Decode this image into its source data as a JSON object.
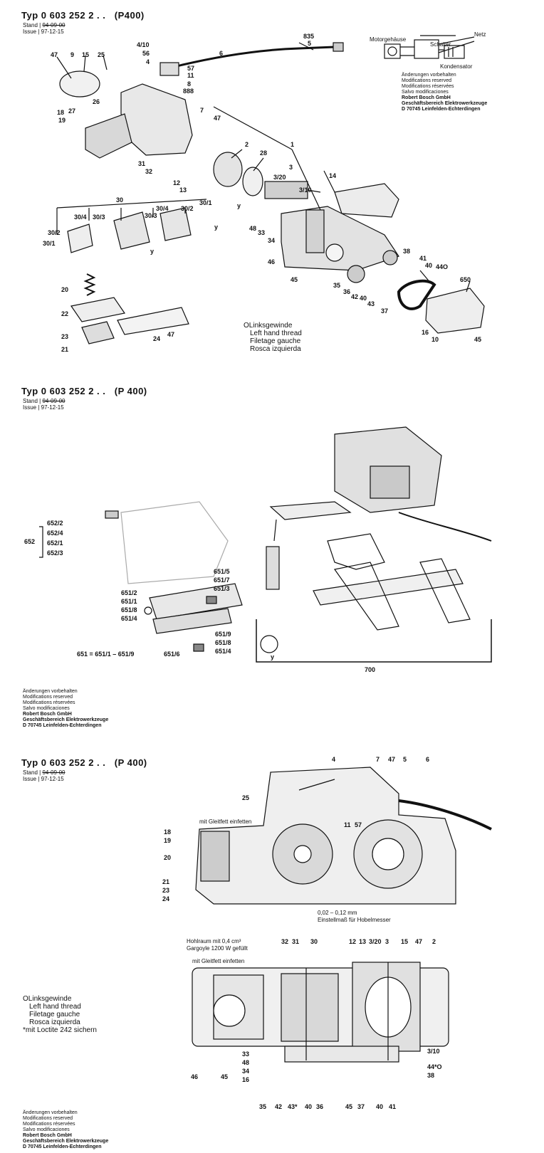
{
  "panels": [
    {
      "title": "Typ  0 603 252 2 . .",
      "model": "(P400)",
      "stand_label": "Stand",
      "stand_value": "94-09-00",
      "issue_label": "Issue",
      "issue_value": "97-12-15"
    },
    {
      "title": "Typ  0 603 252 2 . .",
      "model": "(P 400)",
      "stand_label": "Stand",
      "stand_value": "94-09-00",
      "issue_label": "Issue",
      "issue_value": "97-12-15"
    },
    {
      "title": "Typ  0 603 252 2 . .",
      "model": "(P 400)",
      "stand_label": "Stand",
      "stand_value": "94-09-00",
      "issue_label": "Issue",
      "issue_value": "97-12-15"
    }
  ],
  "wiring": {
    "motor_housing": "Motorgehäuse",
    "mains": "Netz",
    "switch": "Schalter",
    "capacitor": "Kondensator"
  },
  "changes_note": [
    "Änderungen vorbehalten",
    "Modifications reserved",
    "Modifications réservées",
    "Salvo modificaciones"
  ],
  "company": [
    "Robert Bosch GmbH",
    "Geschäftsbereich Elektrowerkzeuge",
    "D 70745 Leinfelden-Echterdingen"
  ],
  "thread_legend": {
    "symbol": "O",
    "lines": [
      "Linksgewinde",
      "Left hand thread",
      "Filetage gauche",
      "Rosca izquierda"
    ]
  },
  "loctite_note": "mit Loctite 242 sichern",
  "loctite_symbol": "*",
  "page1_labels": [
    "47",
    "9",
    "15",
    "25",
    "4/10",
    "56",
    "4",
    "835",
    "5",
    "6",
    "57",
    "11",
    "8",
    "888",
    "26",
    "18",
    "19",
    "27",
    "7",
    "47",
    "1",
    "2",
    "28",
    "31",
    "32",
    "12",
    "13",
    "3",
    "3/20",
    "3/10",
    "14",
    "30",
    "30/4",
    "30/3",
    "30/2",
    "30/1",
    "30/3",
    "30/4",
    "30/2",
    "30/1",
    "y",
    "y",
    "48",
    "33",
    "34",
    "46",
    "38",
    "41",
    "40",
    "44O",
    "650",
    "20",
    "35",
    "36",
    "42",
    "40",
    "43",
    "37",
    "22",
    "23",
    "21",
    "24",
    "47",
    "16",
    "10",
    "45",
    "45",
    "y"
  ],
  "page2_labels": {
    "group652": "652",
    "items652": [
      "652/2",
      "652/4",
      "652/1",
      "652/3"
    ],
    "items651": [
      "651/5",
      "651/7",
      "651/3",
      "651/2",
      "651/1",
      "651/8",
      "651/4",
      "651/9",
      "651/8",
      "651/4",
      "651/6"
    ],
    "formula": "651 = 651/1 – 651/9",
    "bracket": "700",
    "y": "y"
  },
  "page3_labels": {
    "top": [
      "4",
      "7",
      "47",
      "5",
      "6",
      "25",
      "11",
      "57",
      "18",
      "19",
      "20",
      "21",
      "23",
      "24"
    ],
    "grease": "mit Gleitfett einfetten",
    "setting": "0,02 – 0,12 mm",
    "setting_sub": "Einstellmaß für Hobelmesser",
    "cavity1": "Hohlraum mit 0,4 cm³",
    "cavity2": "Gargoyle 1200 W gefüllt",
    "grease2": "mit Gleitfett einfetten",
    "mid": [
      "32",
      "31",
      "30",
      "12",
      "13",
      "3/20",
      "3",
      "15",
      "47",
      "2"
    ],
    "side": [
      "33",
      "48",
      "34",
      "16",
      "46",
      "45",
      "3/10",
      "44*O",
      "38"
    ],
    "bottom": [
      "35",
      "42",
      "43*",
      "40",
      "36",
      "45",
      "37",
      "40",
      "41"
    ]
  }
}
